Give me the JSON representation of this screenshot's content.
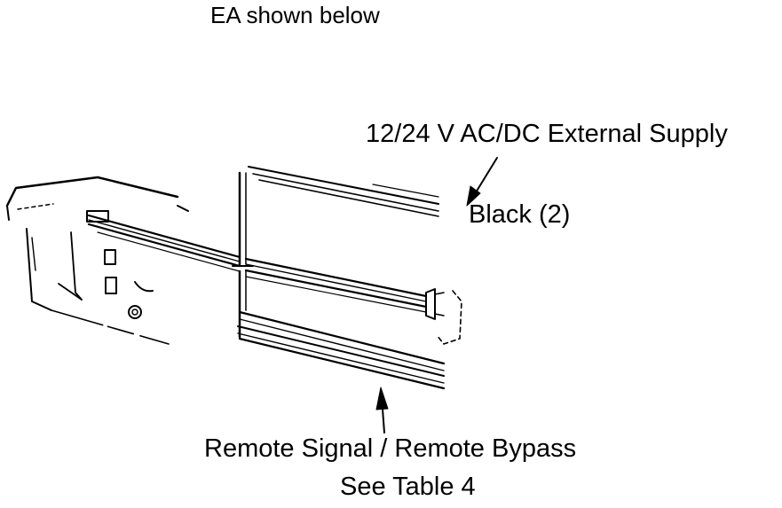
{
  "header": {
    "title": "EA shown below"
  },
  "callouts": {
    "supply": "12/24 V AC/DC External Supply",
    "wire_color": "Black (2)",
    "remote_line1": "Remote Signal / Remote Bypass",
    "remote_line2": "See Table 4"
  }
}
